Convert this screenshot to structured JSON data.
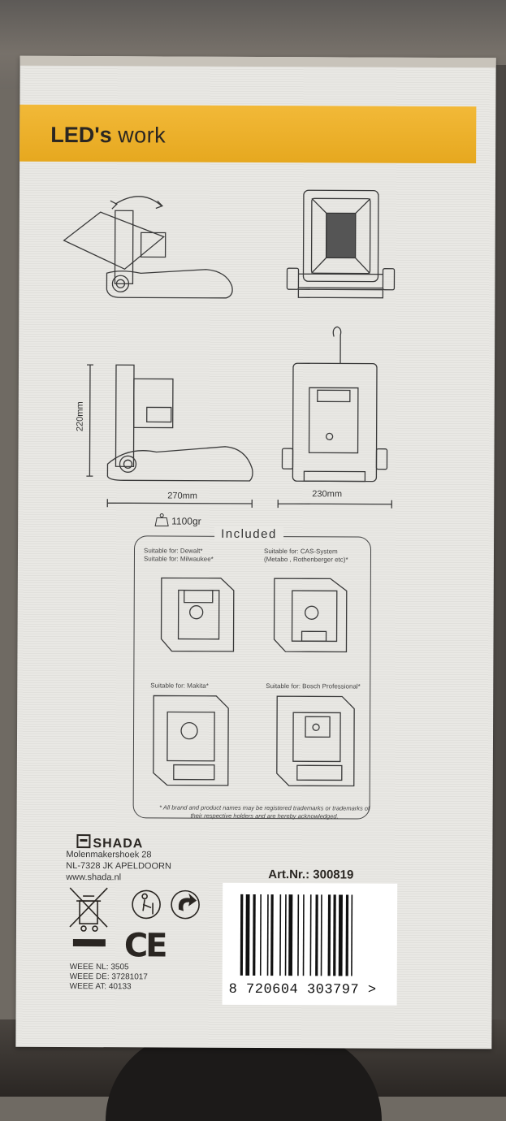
{
  "band": {
    "title_bold": "LED's",
    "title_light": "work",
    "color": "#e6a81f"
  },
  "dimensions": {
    "height": "220mm",
    "depth": "270mm",
    "width": "230mm",
    "weight": "1100gr"
  },
  "included": {
    "title": "Included",
    "adapters": [
      {
        "label": "Suitable for: Dewalt*\nSuitable for: Milwaukee*"
      },
      {
        "label": "Suitable for: CAS-System\n(Metabo , Rothenberger etc)*"
      },
      {
        "label": "Suitable for: Makita*"
      },
      {
        "label": "Suitable for: Bosch Professional*"
      }
    ],
    "disclaimer": "* All brand and product names may be registered trademarks or trademarks of their respective holders and are hereby acknowledged."
  },
  "company": {
    "brand": "SHADA",
    "address_line1": "Molenmakershoek 28",
    "address_line2": "NL-7328 JK APELDOORN",
    "website": "www.shada.nl"
  },
  "article_number": "Art.Nr.: 300819",
  "barcode": {
    "digits": "8  720604  303797  >"
  },
  "weee": {
    "nl": "WEEE NL: 3505",
    "de": "WEEE DE: 37281017",
    "at": "WEEE AT: 40133"
  },
  "ce_mark": "CE",
  "icons": [
    "crossed-bin-icon",
    "recycle-person-icon",
    "recycle-arrow-icon",
    "ce-mark-icon",
    "weight-icon"
  ]
}
